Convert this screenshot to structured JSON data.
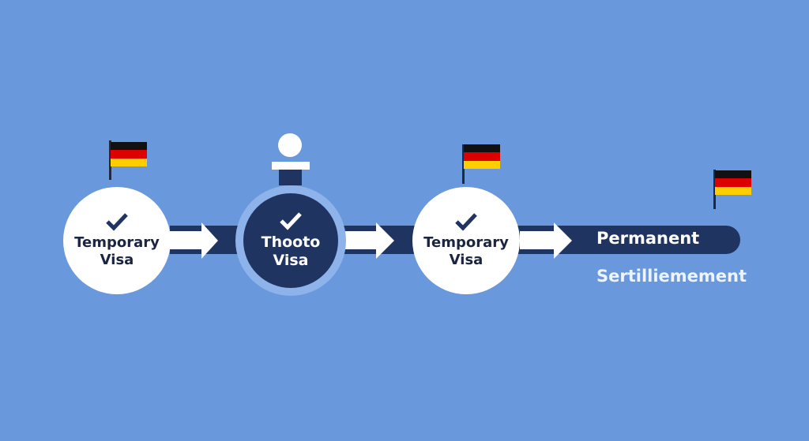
{
  "steps": [
    {
      "line1": "Temporary",
      "line2": "Visa"
    },
    {
      "line1": "Thooto",
      "line2": "Visa"
    },
    {
      "line1": "Temporary",
      "line2": "Visa"
    }
  ],
  "final": {
    "line1": "Permanent",
    "line2": "Sertilliemement"
  },
  "colors": {
    "background": "#6a98dc",
    "navy": "#1f3461",
    "flag_black": "#111111",
    "flag_red": "#dd0000",
    "flag_gold": "#ffce00"
  },
  "icons": [
    "check-icon",
    "germany-flag-icon",
    "pin-icon",
    "arrow-right-icon"
  ]
}
